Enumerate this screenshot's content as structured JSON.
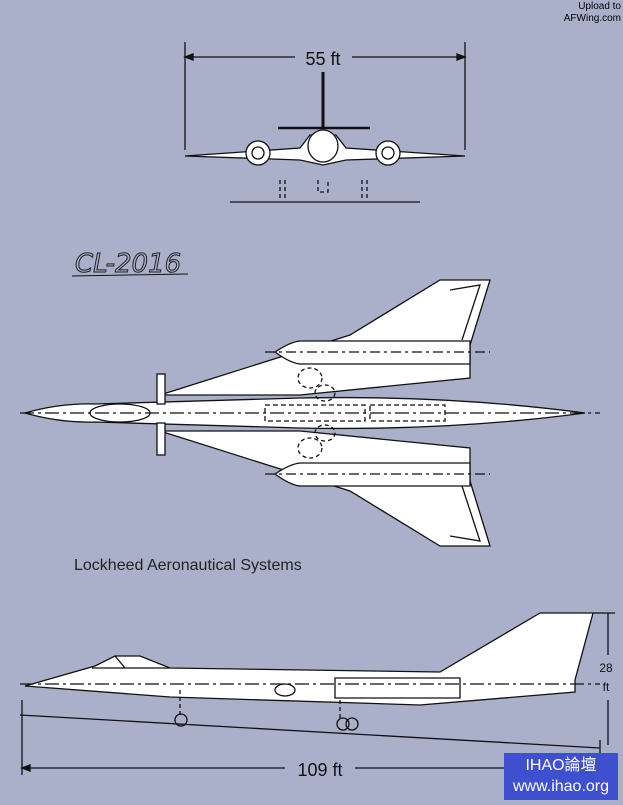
{
  "watermark_top": {
    "line1": "Upload to",
    "line2": "AFWing.com"
  },
  "drawing": {
    "designation": "CL-2016",
    "caption": "Lockheed Aeronautical Systems",
    "span_label": "55 ft",
    "length_label": "109 ft",
    "height_label_value": "28",
    "height_label_unit": "ft"
  },
  "badge": {
    "line1": "IHAO論壇",
    "line2": "www.ihao.org",
    "color": "#3e4fd0"
  }
}
